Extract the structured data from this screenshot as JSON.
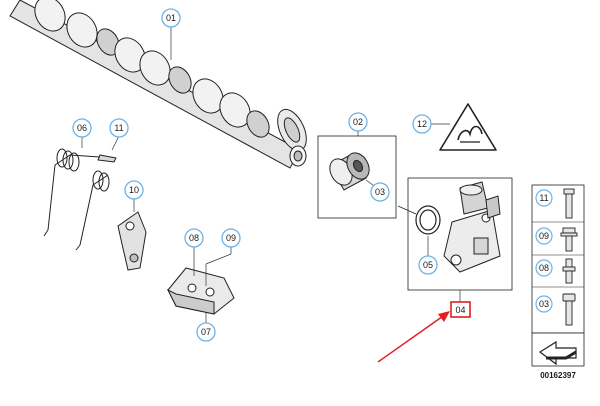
{
  "diagram": {
    "reference_number": "00162397",
    "highlight_color": "#e02020",
    "callout_color": "#6ab4e8",
    "highlighted_part": "04",
    "callouts": {
      "c01": "01",
      "c02": "02",
      "c03": "03",
      "c04": "04",
      "c05": "05",
      "c06": "06",
      "c07": "07",
      "c08": "08",
      "c09": "09",
      "c10": "10",
      "c11": "11",
      "c12": "12"
    },
    "legend": [
      {
        "label": "11",
        "icon": "bolt-long-icon"
      },
      {
        "label": "09",
        "icon": "bolt-washer-icon"
      },
      {
        "label": "08",
        "icon": "stud-bolt-icon"
      },
      {
        "label": "03",
        "icon": "torx-bolt-icon"
      }
    ],
    "icons": [
      "warning-triangle-icon",
      "direction-arrow-icon"
    ]
  }
}
